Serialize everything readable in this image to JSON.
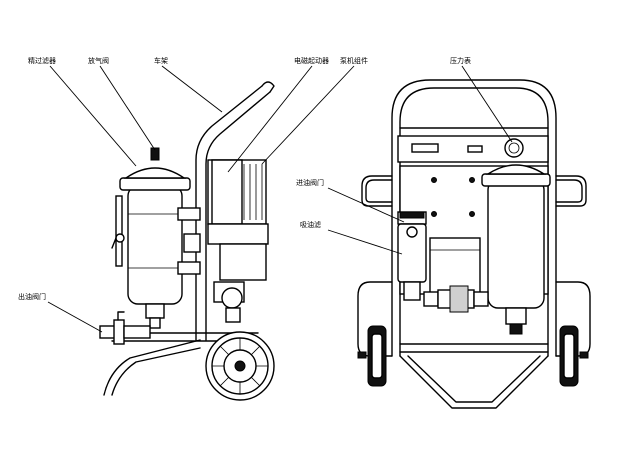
{
  "labels": {
    "fine_filter": "精过滤器",
    "vent_valve": "放气阀",
    "cart_frame": "车架",
    "motor_starter": "电磁起动器",
    "pump_assembly": "泵机组件",
    "pressure_gauge": "压力表",
    "inlet_valve": "进油阀门",
    "suction_filter": "吸油滤",
    "outlet_valve": "出油阀门"
  }
}
